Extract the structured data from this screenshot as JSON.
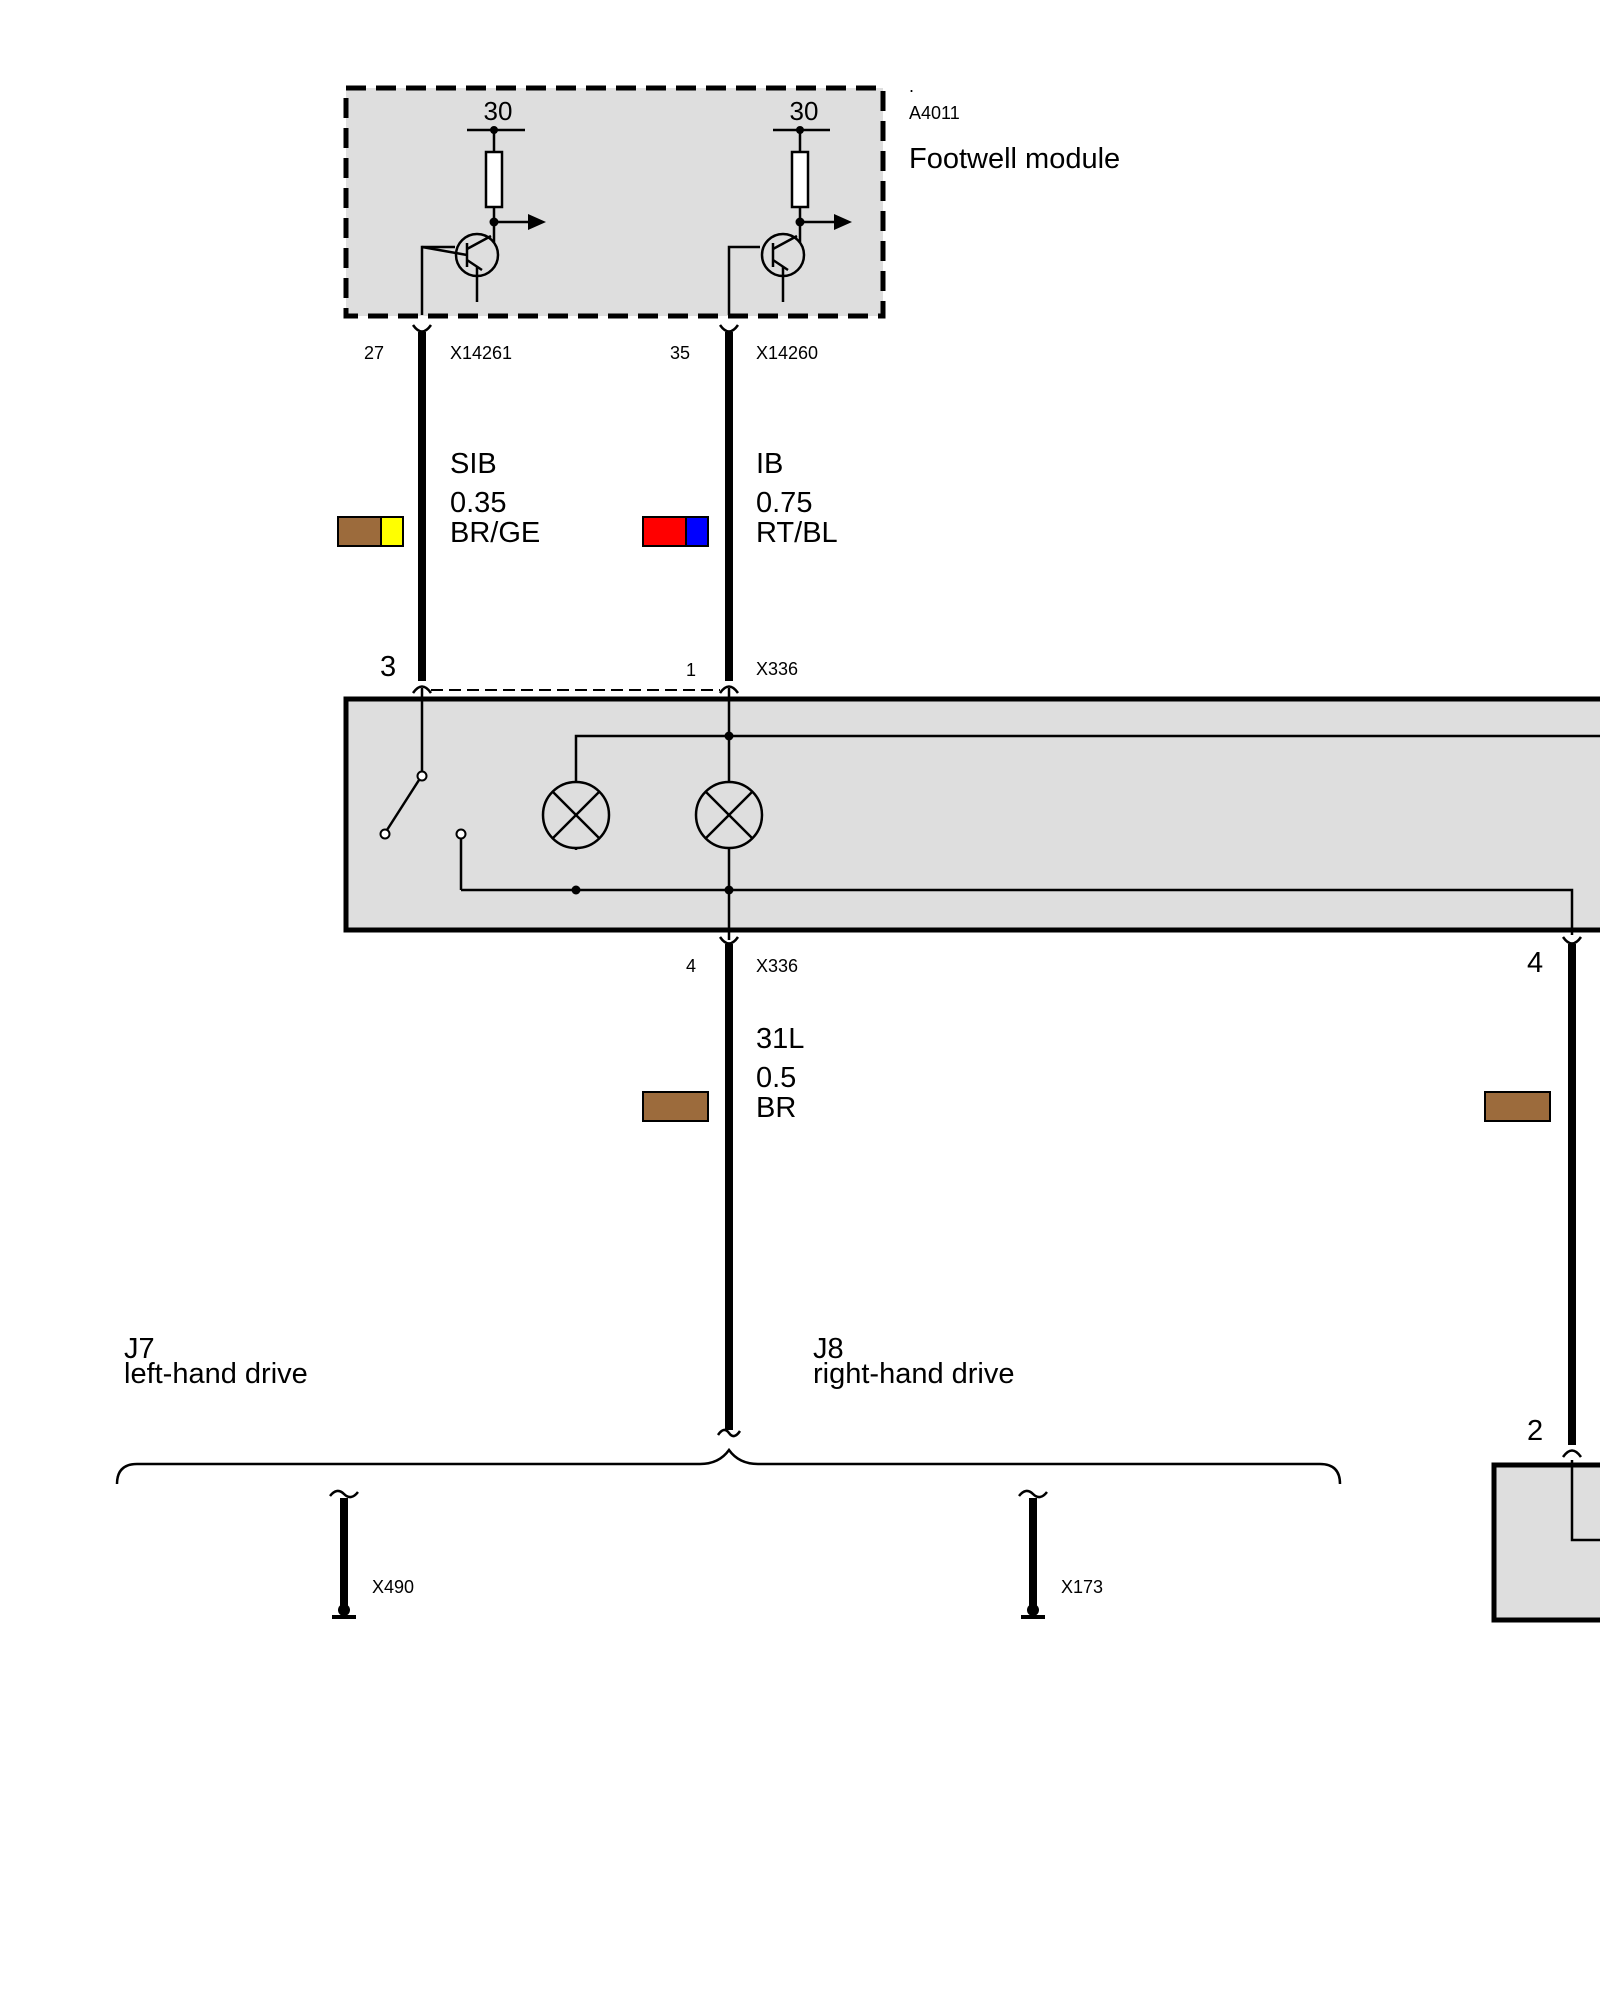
{
  "footwell_module": {
    "dot": ".",
    "id": "A4011",
    "name": "Footwell module",
    "terminal_left": "30",
    "terminal_right": "30"
  },
  "wires": {
    "w1": {
      "pin_top": "27",
      "conn_top": "X14261",
      "signal": "SIB",
      "size": "0.35",
      "colour_code": "BR/GE",
      "colour_a": "#9c6b3c",
      "colour_b": "#ffff00",
      "pin_bottom": "3"
    },
    "w2": {
      "pin_top": "35",
      "conn_top": "X14260",
      "signal": "IB",
      "size": "0.75",
      "colour_code": "RT/BL",
      "colour_a": "#ff0000",
      "colour_b": "#0000ff",
      "pin_bottom": "1",
      "conn_bottom": "X336"
    },
    "w3": {
      "pin_top": "4",
      "conn_top": "X336",
      "signal": "31L",
      "size": "0.5",
      "colour_code": "BR",
      "colour_a": "#9c6b3c"
    },
    "w4": {
      "pin_top": "4",
      "pin_bottom": "2",
      "colour_a": "#9c6b3c"
    }
  },
  "variants": {
    "j7": {
      "code": "J7",
      "label": "left-hand drive",
      "connector": "X490"
    },
    "j8": {
      "code": "J8",
      "label": "right-hand drive",
      "connector": "X173"
    }
  },
  "colors": {
    "box_fill": "#dedede",
    "brown": "#9c6b3c"
  }
}
